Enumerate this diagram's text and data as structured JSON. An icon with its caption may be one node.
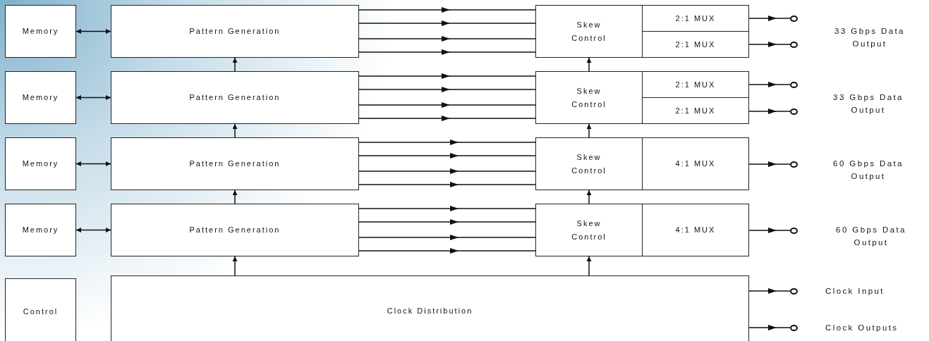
{
  "diagram": {
    "nodes": [
      {
        "text": [
          "Memory"
        ]
      },
      {
        "text": [
          "Pattern Generation"
        ]
      },
      {
        "text": [
          "Skew Control"
        ]
      },
      {
        "text": [
          "2:1 MUX"
        ]
      },
      {
        "text": [
          "2:1 MUX"
        ]
      },
      {
        "text": [
          "Memory"
        ]
      },
      {
        "text": [
          "Pattern Generation"
        ]
      },
      {
        "text": [
          "Skew Control"
        ]
      },
      {
        "text": [
          "2:1 MUX"
        ]
      },
      {
        "text": [
          "2:1 MUX"
        ]
      },
      {
        "text": [
          "Memory"
        ]
      },
      {
        "text": [
          "Pattern Generation"
        ]
      },
      {
        "text": [
          "Skew Control"
        ]
      },
      {
        "text": [
          "4:1 MUX"
        ]
      },
      {
        "text": [
          "Memory"
        ]
      },
      {
        "text": [
          "Pattern Generation"
        ]
      },
      {
        "text": [
          "Skew Control"
        ]
      },
      {
        "text": [
          "4:1 MUX"
        ]
      },
      {
        "text": [
          "Control"
        ]
      },
      {
        "text": [
          "Clock Distribution"
        ]
      },
      {
        "text": [],
        "shape": "circle"
      },
      {
        "text": [],
        "shape": "circle"
      },
      {
        "text": [],
        "shape": "circle"
      },
      {
        "text": [],
        "shape": "circle"
      },
      {
        "text": [],
        "shape": "circle"
      },
      {
        "text": [],
        "shape": "circle"
      },
      {
        "text": [],
        "shape": "circle"
      },
      {
        "text": [],
        "shape": "circle"
      }
    ],
    "edges": [
      {
        "from": 0,
        "to": 1,
        "arrow": "both"
      },
      {
        "from": 1,
        "to": 2,
        "arrow": "to"
      },
      {
        "from": 1,
        "to": 2,
        "arrow": "to"
      },
      {
        "from": 1,
        "to": 2,
        "arrow": "to"
      },
      {
        "from": 1,
        "to": 2,
        "arrow": "to"
      },
      {
        "from": 3,
        "to": 20,
        "arrow": "to"
      },
      {
        "from": 4,
        "to": 21,
        "arrow": "to"
      },
      {
        "from": 6,
        "to": 1,
        "arrow": "to"
      },
      {
        "from": 7,
        "to": 2,
        "arrow": "to"
      },
      {
        "from": 5,
        "to": 6,
        "arrow": "both"
      },
      {
        "from": 6,
        "to": 7,
        "arrow": "to"
      },
      {
        "from": 6,
        "to": 7,
        "arrow": "to"
      },
      {
        "from": 6,
        "to": 7,
        "arrow": "to"
      },
      {
        "from": 6,
        "to": 7,
        "arrow": "to"
      },
      {
        "from": 8,
        "to": 22,
        "arrow": "to"
      },
      {
        "from": 9,
        "to": 23,
        "arrow": "to"
      },
      {
        "from": 11,
        "to": 6,
        "arrow": "to"
      },
      {
        "from": 12,
        "to": 7,
        "arrow": "to"
      },
      {
        "from": 10,
        "to": 11,
        "arrow": "both"
      },
      {
        "from": 11,
        "to": 12,
        "arrow": "to"
      },
      {
        "from": 11,
        "to": 12,
        "arrow": "to"
      },
      {
        "from": 11,
        "to": 12,
        "arrow": "to"
      },
      {
        "from": 11,
        "to": 12,
        "arrow": "to"
      },
      {
        "from": 13,
        "to": 24,
        "arrow": "to"
      },
      {
        "from": 15,
        "to": 11,
        "arrow": "to"
      },
      {
        "from": 16,
        "to": 12,
        "arrow": "to"
      },
      {
        "from": 14,
        "to": 15,
        "arrow": "both"
      },
      {
        "from": 15,
        "to": 16,
        "arrow": "to"
      },
      {
        "from": 15,
        "to": 16,
        "arrow": "to"
      },
      {
        "from": 15,
        "to": 16,
        "arrow": "to"
      },
      {
        "from": 15,
        "to": 16,
        "arrow": "to"
      },
      {
        "from": 17,
        "to": 25,
        "arrow": "to"
      },
      {
        "from": 19,
        "to": 15,
        "arrow": "to"
      },
      {
        "from": 19,
        "to": 16,
        "arrow": "to"
      },
      {
        "from": 19,
        "to": 26,
        "arrow": "to"
      },
      {
        "from": 19,
        "to": 27,
        "arrow": "to"
      }
    ],
    "labels": [
      "33 Gbps Data Output",
      "33 Gbps Data Output",
      "60 Gbps Data Output",
      "60 Gbps Data Output",
      "Clock Input",
      "Clock Outputs"
    ]
  }
}
